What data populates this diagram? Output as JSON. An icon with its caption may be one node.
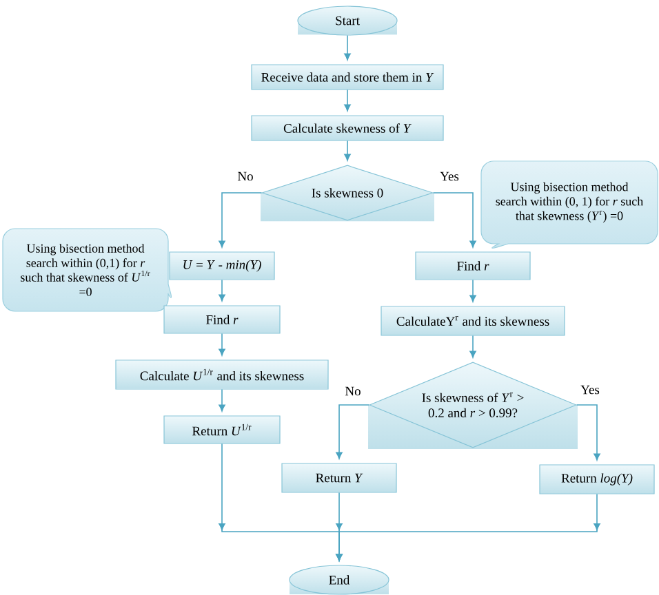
{
  "diagram": {
    "nodes": [
      {
        "text": [
          "Start"
        ]
      },
      {
        "text": [
          "Receive data and store them in *Y*"
        ]
      },
      {
        "text": [
          "Calculate skewness of *Y*"
        ]
      },
      {
        "text": [
          "Is skewness 0"
        ]
      },
      {
        "text": [
          "Using bisection method search within (0, 1) for *r* such that skewness (*Y*$^{r}$) =0"
        ]
      },
      {
        "text": [
          "*U* = *Y* - *min(Y)*"
        ]
      },
      {
        "text": [
          "Using bisection method search within (0,1) for *r* such that skewness of *U*$^{1/r}$ =0"
        ]
      },
      {
        "text": [
          "Find *r*"
        ]
      },
      {
        "text": [
          "Calculate *U*$^{1/r}$ and its skewness"
        ]
      },
      {
        "text": [
          "Return *U*$^{1/r}$"
        ]
      },
      {
        "text": [
          "Find *r*"
        ]
      },
      {
        "text": [
          "CalculateY$^{r}$ and its skewness"
        ]
      },
      {
        "text": [
          "Is skewness of *Y*$^{r}$ > 0.2 and *r* > 0.99?"
        ]
      },
      {
        "text": [
          "Return *Y*"
        ]
      },
      {
        "text": [
          "Return *log(Y)*"
        ]
      },
      {
        "text": [
          "End"
        ]
      }
    ],
    "edges": [
      {
        "from": 0,
        "to": 1,
        "arrow": "to"
      },
      {
        "from": 1,
        "to": 2,
        "arrow": "to"
      },
      {
        "from": 2,
        "to": 3,
        "arrow": "to"
      },
      {
        "from": 3,
        "to": 5,
        "arrow": "to",
        "label": "No"
      },
      {
        "from": 3,
        "to": 10,
        "arrow": "to",
        "label": "Yes"
      },
      {
        "from": 5,
        "to": 7,
        "arrow": "to"
      },
      {
        "from": 7,
        "to": 8,
        "arrow": "to"
      },
      {
        "from": 8,
        "to": 9,
        "arrow": "to"
      },
      {
        "from": 10,
        "to": 11,
        "arrow": "to"
      },
      {
        "from": 11,
        "to": 12,
        "arrow": "to"
      },
      {
        "from": 12,
        "to": 13,
        "arrow": "to",
        "label": "No"
      },
      {
        "from": 12,
        "to": 14,
        "arrow": "to",
        "label": "Yes"
      },
      {
        "from": 9,
        "to": 15,
        "arrow": "to"
      },
      {
        "from": 13,
        "to": 15,
        "arrow": "to"
      },
      {
        "from": 14,
        "to": 15,
        "arrow": "to"
      }
    ]
  }
}
